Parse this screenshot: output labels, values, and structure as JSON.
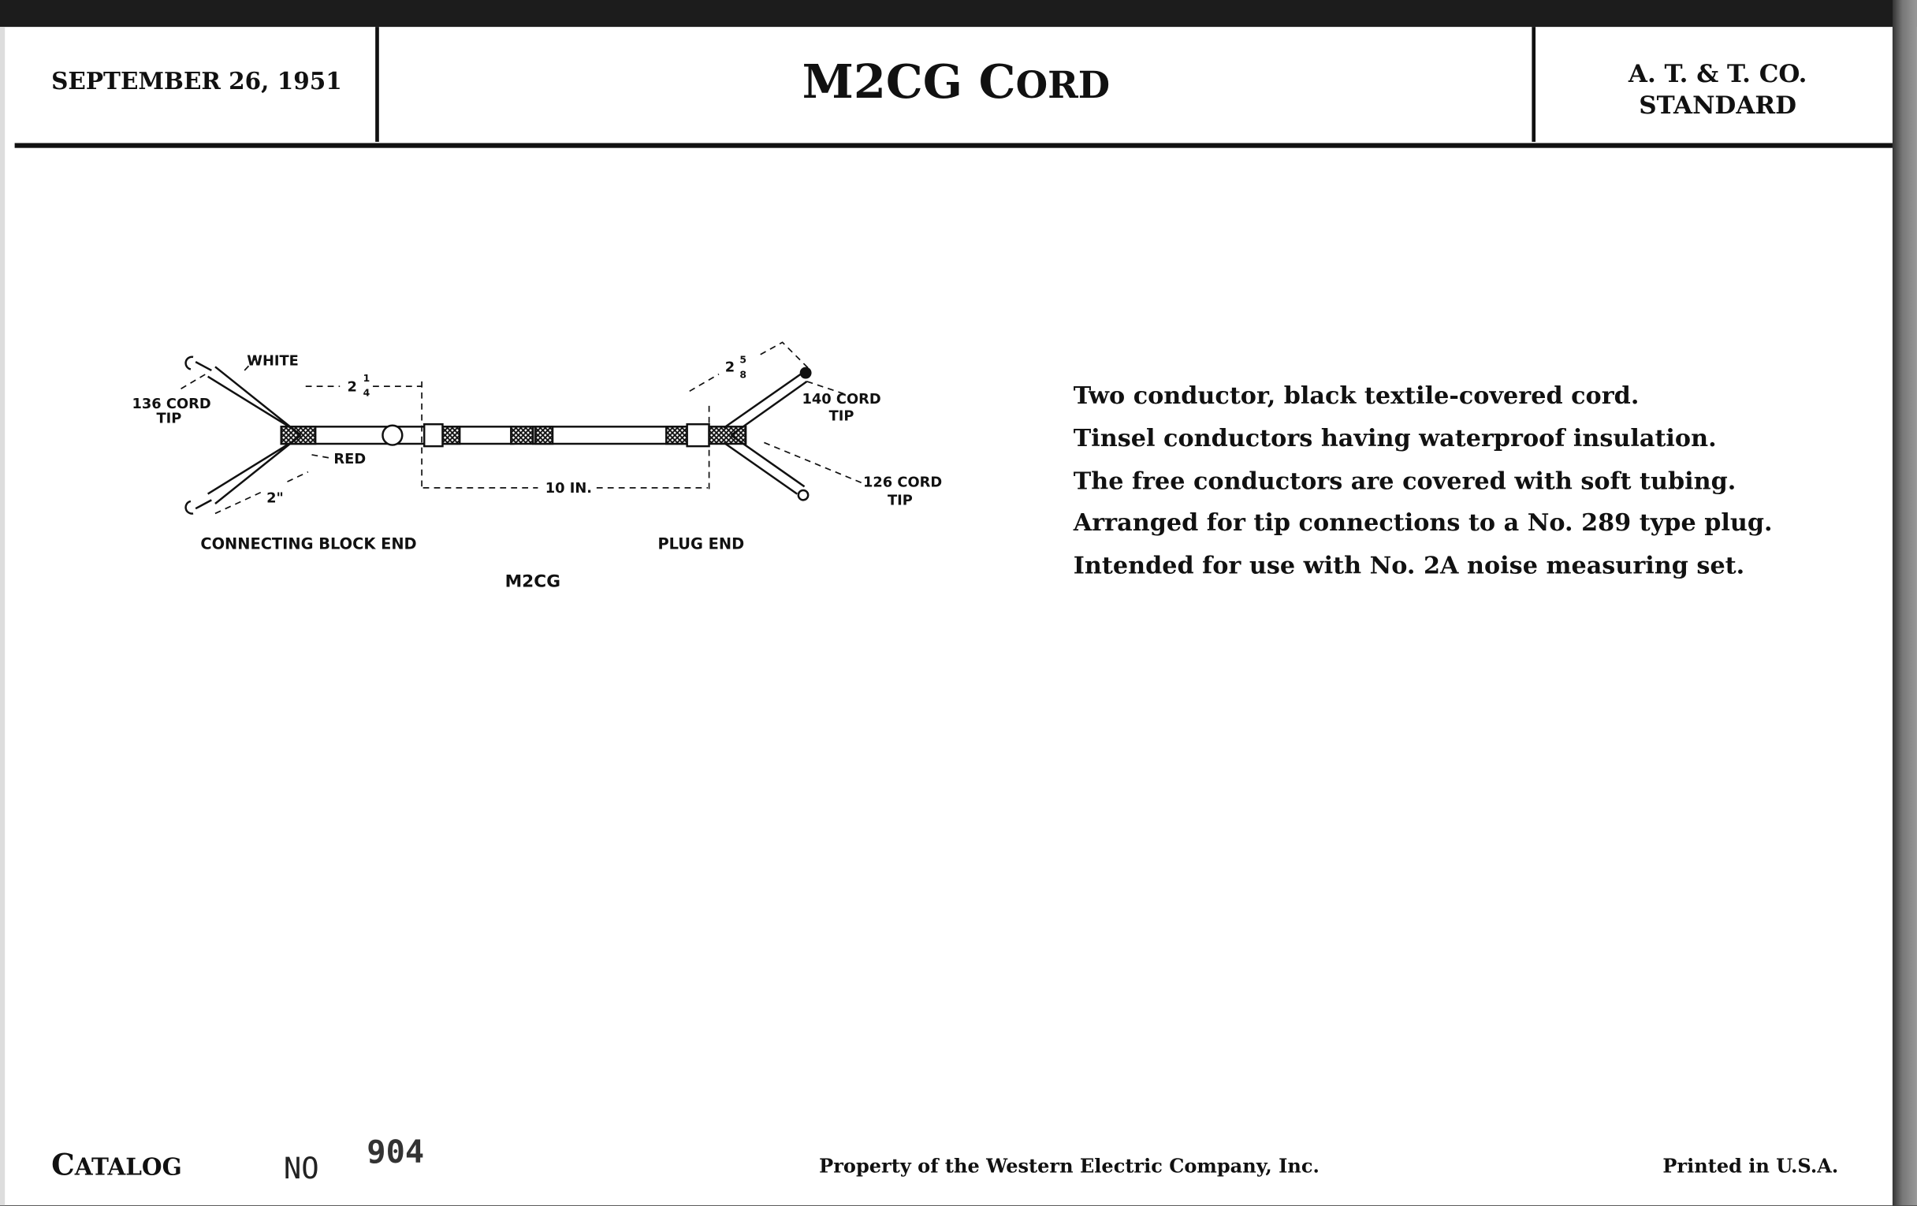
{
  "header": {
    "date": "SEPTEMBER 26, 1951",
    "title_main": "M2CG ",
    "title_sc": "CORD",
    "company_line1": "A. T. & T. CO.",
    "company_line2": "STANDARD"
  },
  "diagram": {
    "label_white": "WHITE",
    "label_136_line1": "136 CORD",
    "label_136_line2": "TIP",
    "label_red": "RED",
    "dim_2_1_4_whole": "2",
    "dim_2_1_4_num": "1",
    "dim_2_1_4_den": "4",
    "dim_10in": "10 IN.",
    "dim_2in": "2\"",
    "dim_2_5_8_whole": "2",
    "dim_2_5_8_num": "5",
    "dim_2_5_8_den": "8",
    "label_140_line1": "140 CORD",
    "label_140_line2": "TIP",
    "label_126_line1": "126 CORD",
    "label_126_line2": "TIP",
    "label_connecting_block_end": "CONNECTING BLOCK END",
    "label_plug_end": "PLUG END",
    "caption": "M2CG"
  },
  "description": [
    "Two conductor, black textile-covered cord.",
    "Tinsel conductors having waterproof insulation.",
    "The free conductors are covered with soft tubing.",
    "Arranged for tip connections to a No. 289 type plug.",
    "Intended for use with No. 2A noise measuring set."
  ],
  "footer": {
    "catalog_first": "C",
    "catalog_rest": "ATALOG",
    "no_label": "NO",
    "catalog_number": "904",
    "property": "Property of the Western Electric Company, Inc.",
    "printed": "Printed in U.S.A."
  }
}
